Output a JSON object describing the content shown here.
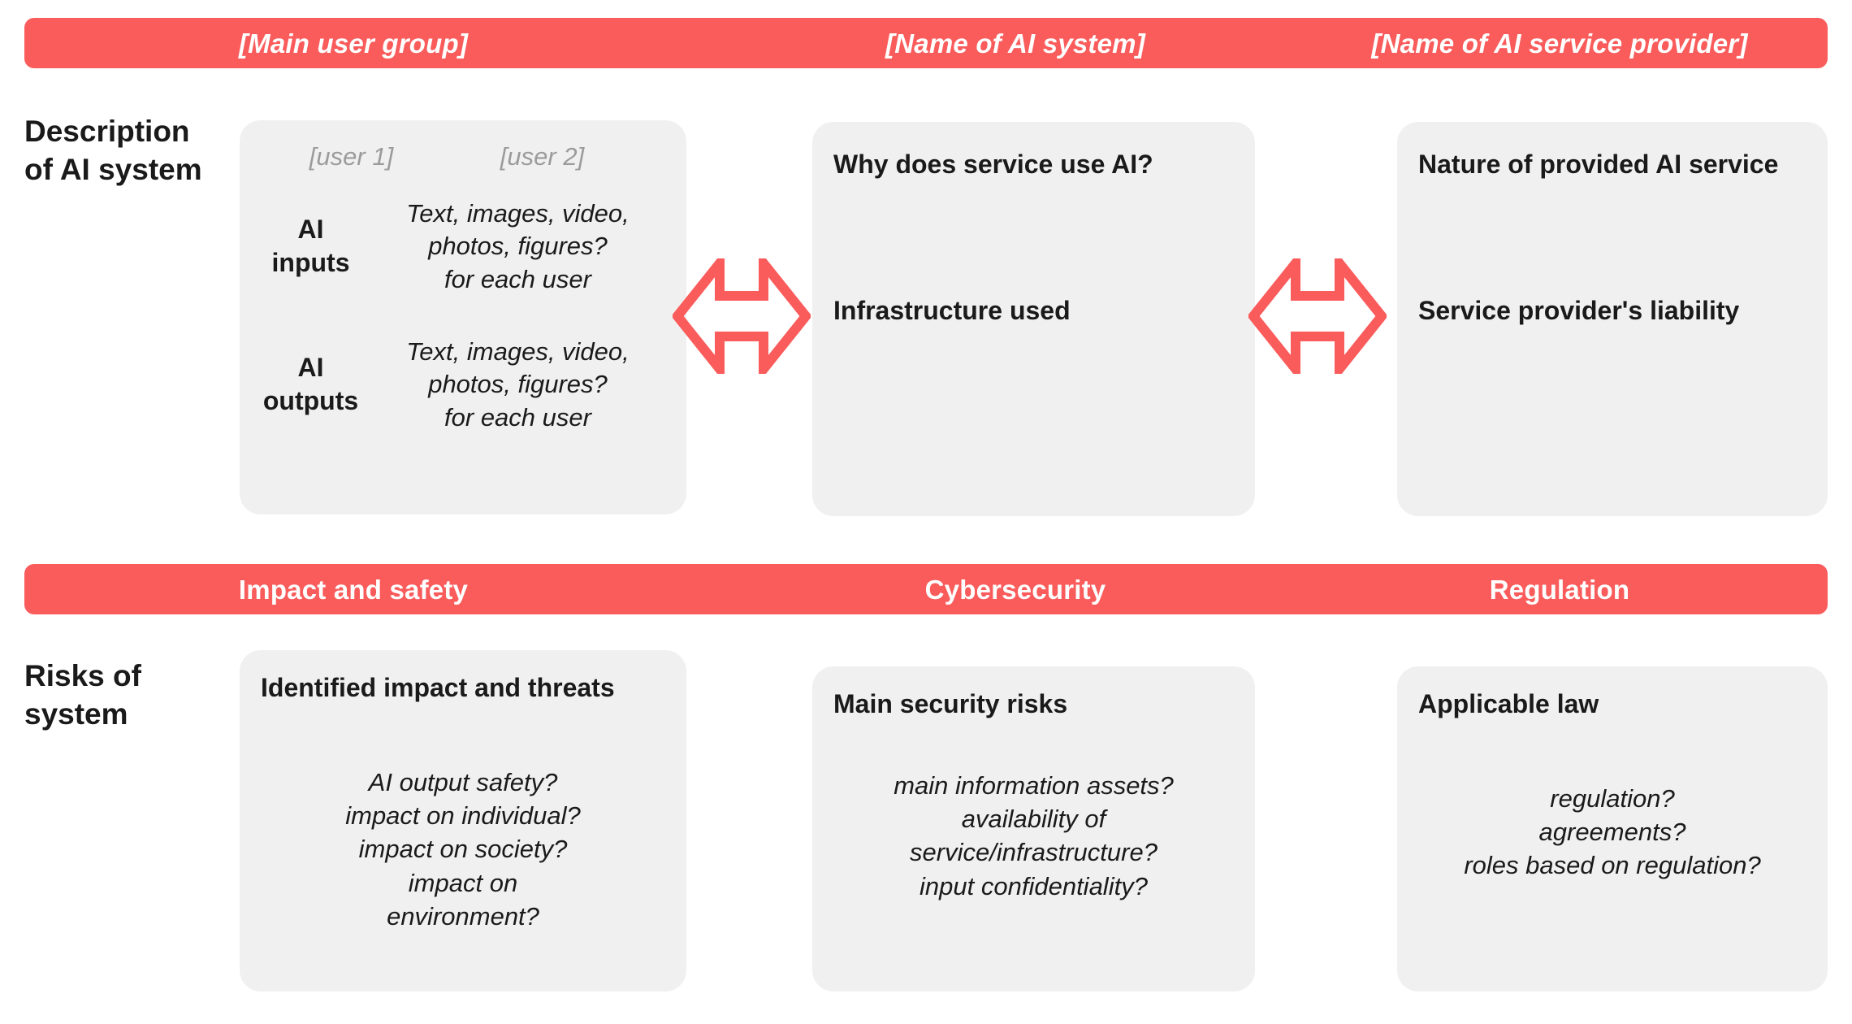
{
  "theme": {
    "accent": "#fa5b5b",
    "card_bg": "#f0f0f0",
    "page_bg": "#ffffff",
    "text": "#1a1a1a",
    "muted_text": "#9b9b9b"
  },
  "sections": {
    "description": {
      "row_label": "Description\nof AI system",
      "bar_titles": [
        "[Main user group]",
        "[Name of AI system]",
        "[Name of AI service provider]"
      ],
      "user_group_card": {
        "users": [
          "[user 1]",
          "[user 2]"
        ],
        "rows": [
          {
            "key": "AI\ninputs",
            "value": "Text, images, video,\nphotos, figures?\nfor each user"
          },
          {
            "key": "AI\noutputs",
            "value": "Text, images, video,\nphotos, figures?\nfor each user"
          }
        ]
      },
      "ai_system_card": {
        "heading_1": "Why does service use AI?",
        "heading_2": "Infrastructure used"
      },
      "service_provider_card": {
        "heading_1": "Nature of provided AI service",
        "heading_2": "Service provider's liability"
      },
      "connectors": [
        {
          "icon": "double-headed-arrow-icon",
          "label": "bidirectional relation"
        },
        {
          "icon": "double-headed-arrow-icon",
          "label": "bidirectional relation"
        }
      ]
    },
    "risks": {
      "row_label": "Risks of\nsystem",
      "bar_titles": [
        "Impact and safety",
        "Cybersecurity",
        "Regulation"
      ],
      "cards": [
        {
          "heading": "Identified impact and threats",
          "body": "AI output safety?\nimpact on individual?\nimpact on society?\nimpact on\nenvironment?"
        },
        {
          "heading": "Main security risks",
          "body": "main information assets?\navailability of\nservice/infrastructure?\ninput confidentiality?"
        },
        {
          "heading": "Applicable law",
          "body": "regulation?\nagreements?\nroles based on regulation?"
        }
      ]
    }
  }
}
